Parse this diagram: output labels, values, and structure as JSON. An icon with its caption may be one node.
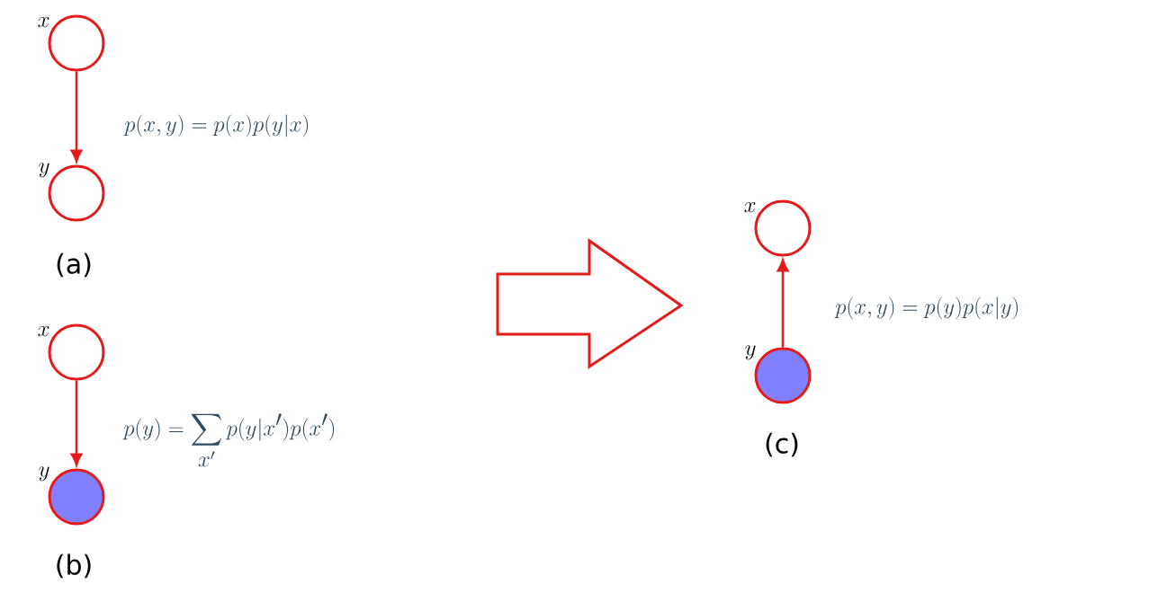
{
  "diagram": {
    "nodes": [
      {
        "text": [
          "x"
        ]
      },
      {
        "text": [
          "y"
        ]
      },
      {
        "text": [
          "x"
        ]
      },
      {
        "text": [
          "y"
        ]
      },
      {
        "text": [
          "x"
        ]
      },
      {
        "text": [
          "y"
        ]
      }
    ],
    "edges": [
      {
        "from": 0,
        "to": 1,
        "arrow": "to"
      },
      {
        "from": 2,
        "to": 3,
        "arrow": "to"
      },
      {
        "from": 5,
        "to": 4,
        "arrow": "to"
      }
    ],
    "labels": [
      "p(x,y) = p(x)p(y|x)",
      "(a)",
      "p(y) = \\sum_{x'} p(y|x')p(x')",
      "(b)",
      "p(x,y) = p(y)p(x|y)",
      "(c)"
    ]
  }
}
